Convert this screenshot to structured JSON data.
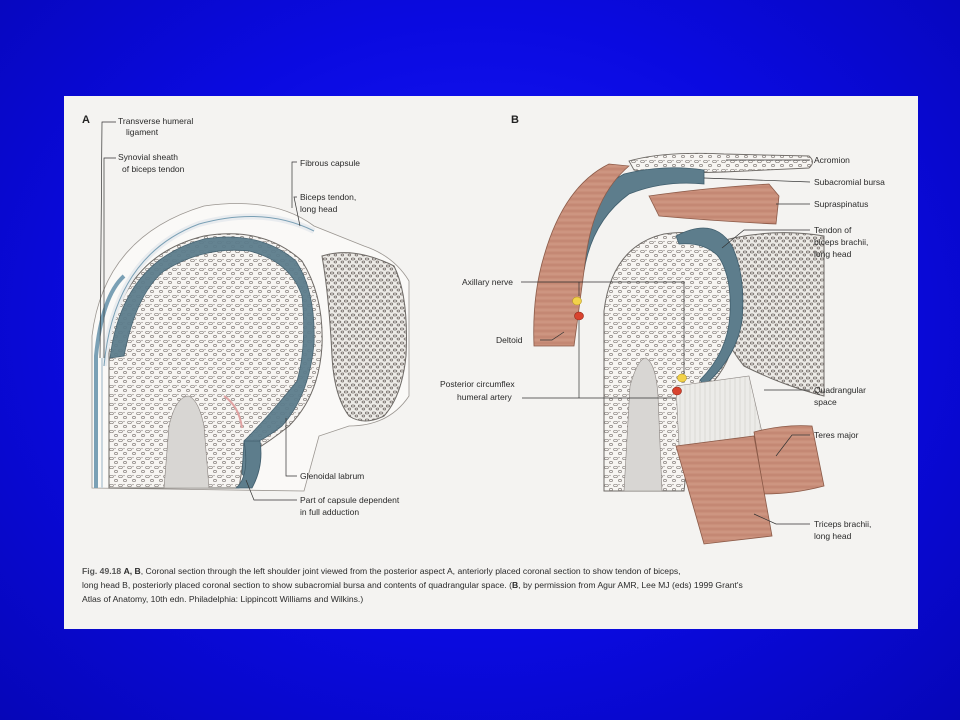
{
  "figure": {
    "panel_a": {
      "letter": "A",
      "labels": {
        "transverse_1": "Transverse humeral",
        "transverse_2": "ligament",
        "synovial_1": "Synovial sheath",
        "synovial_2": "of biceps tendon",
        "fibrous": "Fibrous capsule",
        "biceps_1": "Biceps tendon,",
        "biceps_2": "long head",
        "glenoidal": "Glenoidal labrum",
        "capsule_1": "Part of capsule dependent",
        "capsule_2": "in full adduction"
      }
    },
    "panel_b": {
      "letter": "B",
      "labels": {
        "acromion": "Acromion",
        "subacromial": "Subacromial bursa",
        "supraspinatus": "Supraspinatus",
        "tendon_1": "Tendon of",
        "tendon_2": "biceps brachii,",
        "tendon_3": "long head",
        "axillary": "Axillary nerve",
        "deltoid": "Deltoid",
        "posterior_1": "Posterior circumflex",
        "posterior_2": "humeral artery",
        "quadrangular_1": "Quadrangular",
        "quadrangular_2": "space",
        "teres": "Teres major",
        "triceps_1": "Triceps brachii,",
        "triceps_2": "long head"
      }
    },
    "caption": {
      "fig_number": "Fig. 49.18",
      "ab": "A, B",
      "text_1": ", Coronal section through the left shoulder joint viewed from the posterior aspect A, anteriorly placed coronal section to show tendon of biceps,",
      "text_2": "long head B, posteriorly placed coronal section to show subacromial bursa and contents of quadrangular space. (",
      "b_bold": "B",
      "text_3": ", by permission from Agur AMR, Lee MJ (eds) 1999 Grant's",
      "text_4": "Atlas of Anatomy, 10th edn. Philadelphia: Lippincott Williams and Wilkins.)"
    },
    "colors": {
      "slide_background": "#0a0ae0",
      "paper": "#f4f3f1",
      "synovial_blue": "#5d7d8c",
      "muscle": "#c98f7a",
      "bone_stipple": "#8a8480",
      "nerve": "#f2d24a",
      "artery": "#d9432e"
    }
  }
}
